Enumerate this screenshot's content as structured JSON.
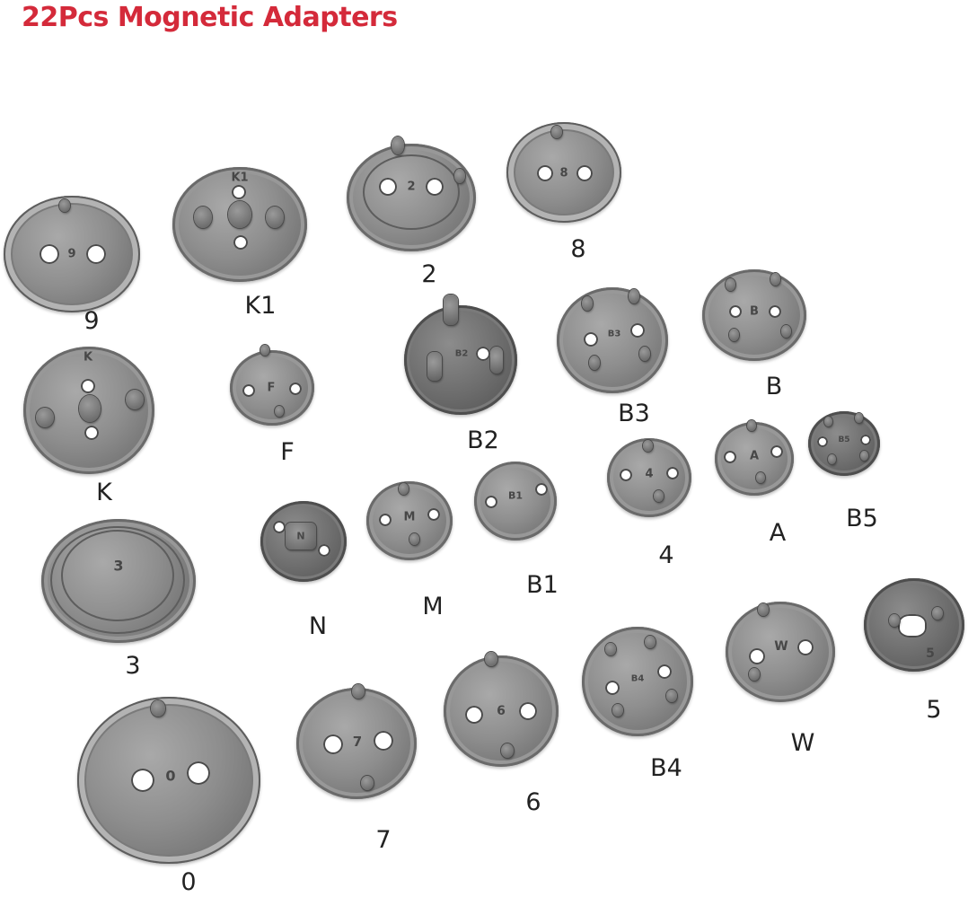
{
  "title": "22Pcs Mognetic Adapters",
  "colors": {
    "title": "#d42a3a",
    "metal": "#8e8e8e",
    "label": "#222222"
  },
  "labels": {
    "a9": "9",
    "aK1": "K1",
    "a2": "2",
    "a8": "8",
    "aB2": "B2",
    "aB3": "B3",
    "aB": "B",
    "aK": "K",
    "aF": "F",
    "a3": "3",
    "aN": "N",
    "aM": "M",
    "aB1": "B1",
    "a4": "4",
    "aA": "A",
    "aB5": "B5",
    "a0": "0",
    "a7": "7",
    "a6": "6",
    "aB4": "B4",
    "aW": "W",
    "a5": "5"
  },
  "stamps": {
    "a9": "9",
    "aK1": "K1",
    "a2": "2",
    "a8": "8",
    "aB2": "B2",
    "aB3": "B3",
    "aB": "B",
    "aK": "K",
    "aF": "F",
    "a3": "3",
    "aN": "N",
    "aM": "M",
    "aB1": "B1",
    "a4": "4",
    "aA": "A",
    "aB5": "B5",
    "a0": "0",
    "a7": "7",
    "a6": "6",
    "aB4": "B4",
    "aW": "W",
    "a5": "5"
  }
}
